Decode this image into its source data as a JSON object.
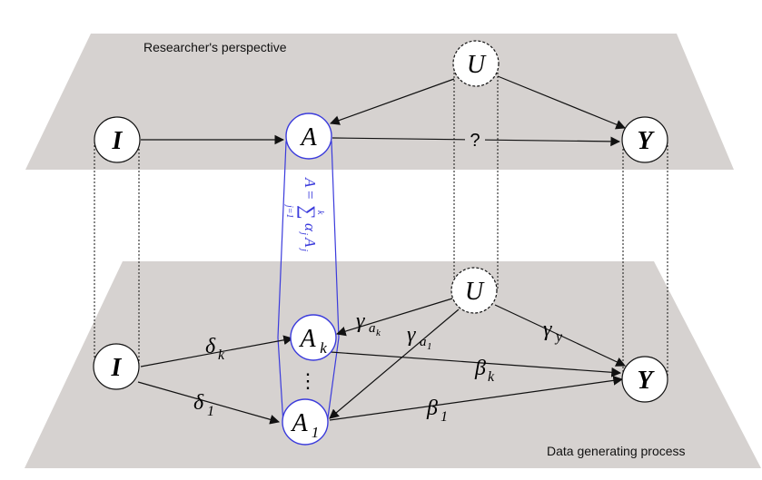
{
  "top_plane": {
    "title": "Researcher's perspective",
    "fill": "#d6d2d0",
    "nodes": {
      "I": "I",
      "A": "A",
      "U": "U",
      "Y": "Y"
    },
    "question_mark": "?"
  },
  "bottom_plane": {
    "title": "Data generating process",
    "fill": "#d6d2d0",
    "nodes": {
      "I": "I",
      "Ak_base": "A",
      "Ak_sub": "k",
      "A1_base": "A",
      "A1_sub": "1",
      "U": "U",
      "Y": "Y"
    },
    "ellipsis": "⋮"
  },
  "edge_labels": {
    "delta_k": {
      "sym": "δ",
      "sub": "k"
    },
    "delta_1": {
      "sym": "δ",
      "sub": "1"
    },
    "gamma_ak": {
      "sym": "γ",
      "sub": "a",
      "subsub": "k"
    },
    "gamma_a1": {
      "sym": "γ",
      "sub": "a",
      "subsub": "1"
    },
    "gamma_y": {
      "sym": "γ",
      "sub": "y"
    },
    "beta_k": {
      "sym": "β",
      "sub": "k"
    },
    "beta_1": {
      "sym": "β",
      "sub": "1"
    }
  },
  "aggregation": {
    "lhs": "A",
    "eq": "=",
    "sum": "∑",
    "lower": "j=1",
    "upper": "k",
    "term": "α",
    "term_sub": "j",
    "term2": "A",
    "term2_sub": "j"
  },
  "colors": {
    "aggregate_blue": "#3b3bdc",
    "arrow": "#111111"
  }
}
